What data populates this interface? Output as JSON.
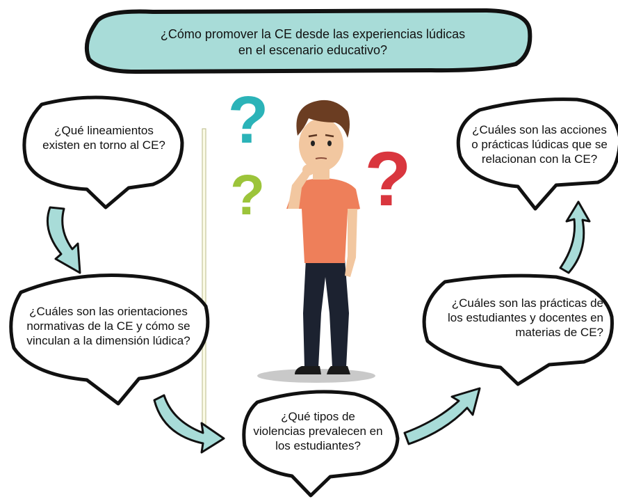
{
  "title": {
    "lines": [
      "¿Cómo promover la CE desde las experiencias lúdicas",
      "en el escenario educativo?"
    ]
  },
  "bubbles": {
    "lineamientos": {
      "lines": [
        "¿Qué lineamientos",
        "existen en torno al CE?"
      ]
    },
    "orientaciones": {
      "lines": [
        "¿Cuáles son las orientaciones",
        "normativas de la CE y cómo se",
        "vinculan a la dimensión lúdica?"
      ]
    },
    "violencias": {
      "lines": [
        "¿Qué tipos de",
        "violencias prevalecen en",
        "los estudiantes?"
      ]
    },
    "practicas": {
      "lines": [
        "¿Cuáles son las prácticas de",
        "los estudiantes y docentes en",
        "materias de CE?"
      ]
    },
    "acciones": {
      "lines": [
        "¿Cuáles son las acciones",
        "o prácticas lúdicas que se",
        "relacionan con la CE?"
      ]
    }
  },
  "question_marks": [
    {
      "glyph": "?",
      "color": "#2bb3b8"
    },
    {
      "glyph": "?",
      "color": "#9cc43a"
    },
    {
      "glyph": "?",
      "color": "#d9363e"
    }
  ],
  "colors": {
    "banner_fill": "#a8dcd8",
    "arrow_fill": "#a8dcd8",
    "outline": "#111111",
    "shirt": "#ee7f5a",
    "pants": "#1c2230",
    "hair": "#6b3d22",
    "skin": "#f2c7a0"
  }
}
